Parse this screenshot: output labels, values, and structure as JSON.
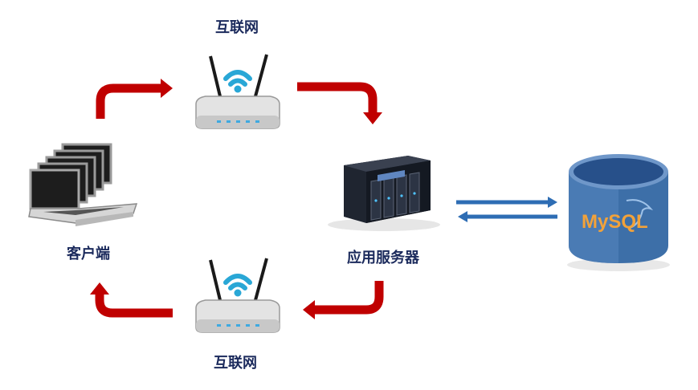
{
  "labels": {
    "internet_top": "互联网",
    "internet_bottom": "互联网",
    "client": "客户端",
    "app_server": "应用服务器"
  },
  "database": {
    "logo_text": "MySQL"
  },
  "colors": {
    "flow_arrow": "#c00000",
    "sync_arrow": "#2e6db4",
    "db_body": "#3d6fa8",
    "db_top": "#6f97c9",
    "label_dark": "#1b2a5c",
    "wifi_icon": "#29a7d6"
  },
  "icons": {
    "client": "laptop-stack-icon",
    "router": "wifi-router-icon",
    "server": "nas-server-icon",
    "database": "mysql-database-icon"
  }
}
